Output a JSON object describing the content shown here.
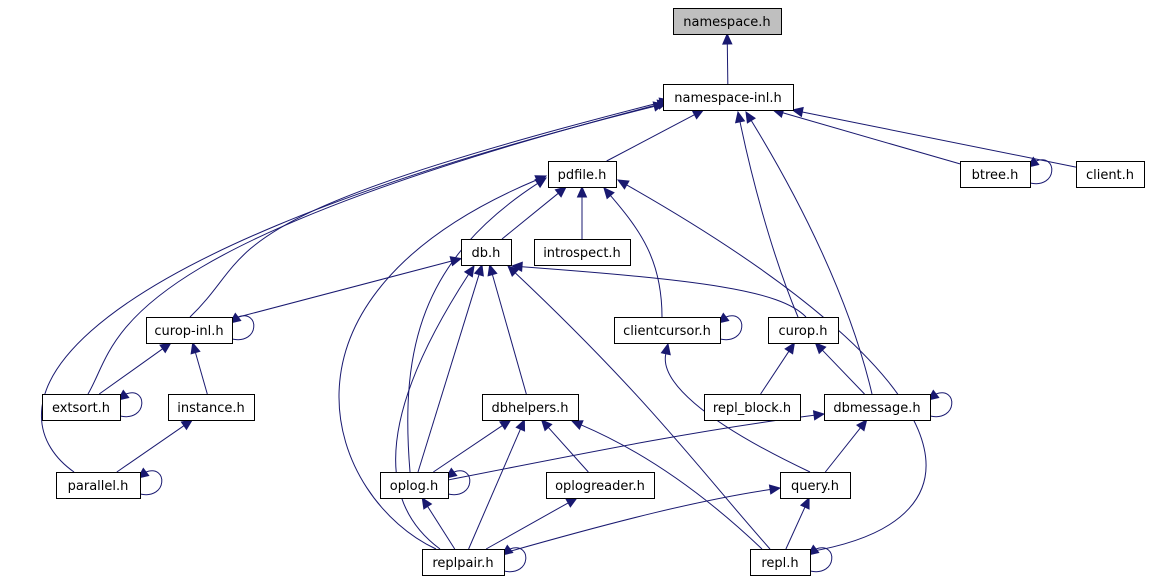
{
  "nodes": [
    {
      "id": "namespace_h",
      "label": "namespace.h",
      "highlight": true
    },
    {
      "id": "namespace_inl_h",
      "label": "namespace-inl.h"
    },
    {
      "id": "pdfile_h",
      "label": "pdfile.h"
    },
    {
      "id": "btree_h",
      "label": "btree.h"
    },
    {
      "id": "client_h",
      "label": "client.h"
    },
    {
      "id": "db_h",
      "label": "db.h"
    },
    {
      "id": "introspect_h",
      "label": "introspect.h"
    },
    {
      "id": "curop_inl_h",
      "label": "curop-inl.h"
    },
    {
      "id": "clientcursor_h",
      "label": "clientcursor.h"
    },
    {
      "id": "curop_h",
      "label": "curop.h"
    },
    {
      "id": "extsort_h",
      "label": "extsort.h"
    },
    {
      "id": "instance_h",
      "label": "instance.h"
    },
    {
      "id": "dbhelpers_h",
      "label": "dbhelpers.h"
    },
    {
      "id": "repl_block_h",
      "label": "repl_block.h"
    },
    {
      "id": "dbmessage_h",
      "label": "dbmessage.h"
    },
    {
      "id": "parallel_h",
      "label": "parallel.h"
    },
    {
      "id": "oplog_h",
      "label": "oplog.h"
    },
    {
      "id": "oplogreader_h",
      "label": "oplogreader.h"
    },
    {
      "id": "query_h",
      "label": "query.h"
    },
    {
      "id": "replpair_h",
      "label": "replpair.h"
    },
    {
      "id": "repl_h",
      "label": "repl.h"
    }
  ],
  "edges": [
    {
      "from": "namespace_inl_h",
      "to": "namespace_h"
    },
    {
      "from": "pdfile_h",
      "to": "namespace_inl_h"
    },
    {
      "from": "btree_h",
      "to": "namespace_inl_h"
    },
    {
      "from": "client_h",
      "to": "namespace_inl_h"
    },
    {
      "from": "curop_inl_h",
      "to": "namespace_inl_h"
    },
    {
      "from": "extsort_h",
      "to": "namespace_inl_h"
    },
    {
      "from": "parallel_h",
      "to": "namespace_inl_h"
    },
    {
      "from": "curop_h",
      "to": "namespace_inl_h"
    },
    {
      "from": "dbmessage_h",
      "to": "namespace_inl_h"
    },
    {
      "from": "btree_h",
      "to": "btree_h"
    },
    {
      "from": "db_h",
      "to": "pdfile_h"
    },
    {
      "from": "introspect_h",
      "to": "pdfile_h"
    },
    {
      "from": "clientcursor_h",
      "to": "pdfile_h"
    },
    {
      "from": "oplog_h",
      "to": "pdfile_h"
    },
    {
      "from": "replpair_h",
      "to": "pdfile_h"
    },
    {
      "from": "repl_h",
      "to": "pdfile_h"
    },
    {
      "from": "curop_inl_h",
      "to": "db_h"
    },
    {
      "from": "curop_h",
      "to": "db_h"
    },
    {
      "from": "dbhelpers_h",
      "to": "db_h"
    },
    {
      "from": "oplog_h",
      "to": "db_h"
    },
    {
      "from": "replpair_h",
      "to": "db_h"
    },
    {
      "from": "repl_h",
      "to": "db_h"
    },
    {
      "from": "curop_inl_h",
      "to": "curop_inl_h"
    },
    {
      "from": "extsort_h",
      "to": "curop_inl_h"
    },
    {
      "from": "instance_h",
      "to": "curop_inl_h"
    },
    {
      "from": "clientcursor_h",
      "to": "clientcursor_h"
    },
    {
      "from": "query_h",
      "to": "clientcursor_h"
    },
    {
      "from": "repl_block_h",
      "to": "curop_h"
    },
    {
      "from": "dbmessage_h",
      "to": "curop_h"
    },
    {
      "from": "extsort_h",
      "to": "extsort_h"
    },
    {
      "from": "parallel_h",
      "to": "instance_h"
    },
    {
      "from": "oplog_h",
      "to": "dbhelpers_h"
    },
    {
      "from": "oplogreader_h",
      "to": "dbhelpers_h"
    },
    {
      "from": "replpair_h",
      "to": "dbhelpers_h"
    },
    {
      "from": "repl_h",
      "to": "dbhelpers_h"
    },
    {
      "from": "dbmessage_h",
      "to": "dbmessage_h"
    },
    {
      "from": "oplog_h",
      "to": "dbmessage_h"
    },
    {
      "from": "query_h",
      "to": "dbmessage_h"
    },
    {
      "from": "parallel_h",
      "to": "parallel_h"
    },
    {
      "from": "oplog_h",
      "to": "oplog_h"
    },
    {
      "from": "replpair_h",
      "to": "oplog_h"
    },
    {
      "from": "replpair_h",
      "to": "oplogreader_h"
    },
    {
      "from": "replpair_h",
      "to": "query_h"
    },
    {
      "from": "repl_h",
      "to": "query_h"
    },
    {
      "from": "replpair_h",
      "to": "replpair_h"
    },
    {
      "from": "repl_h",
      "to": "repl_h"
    }
  ]
}
